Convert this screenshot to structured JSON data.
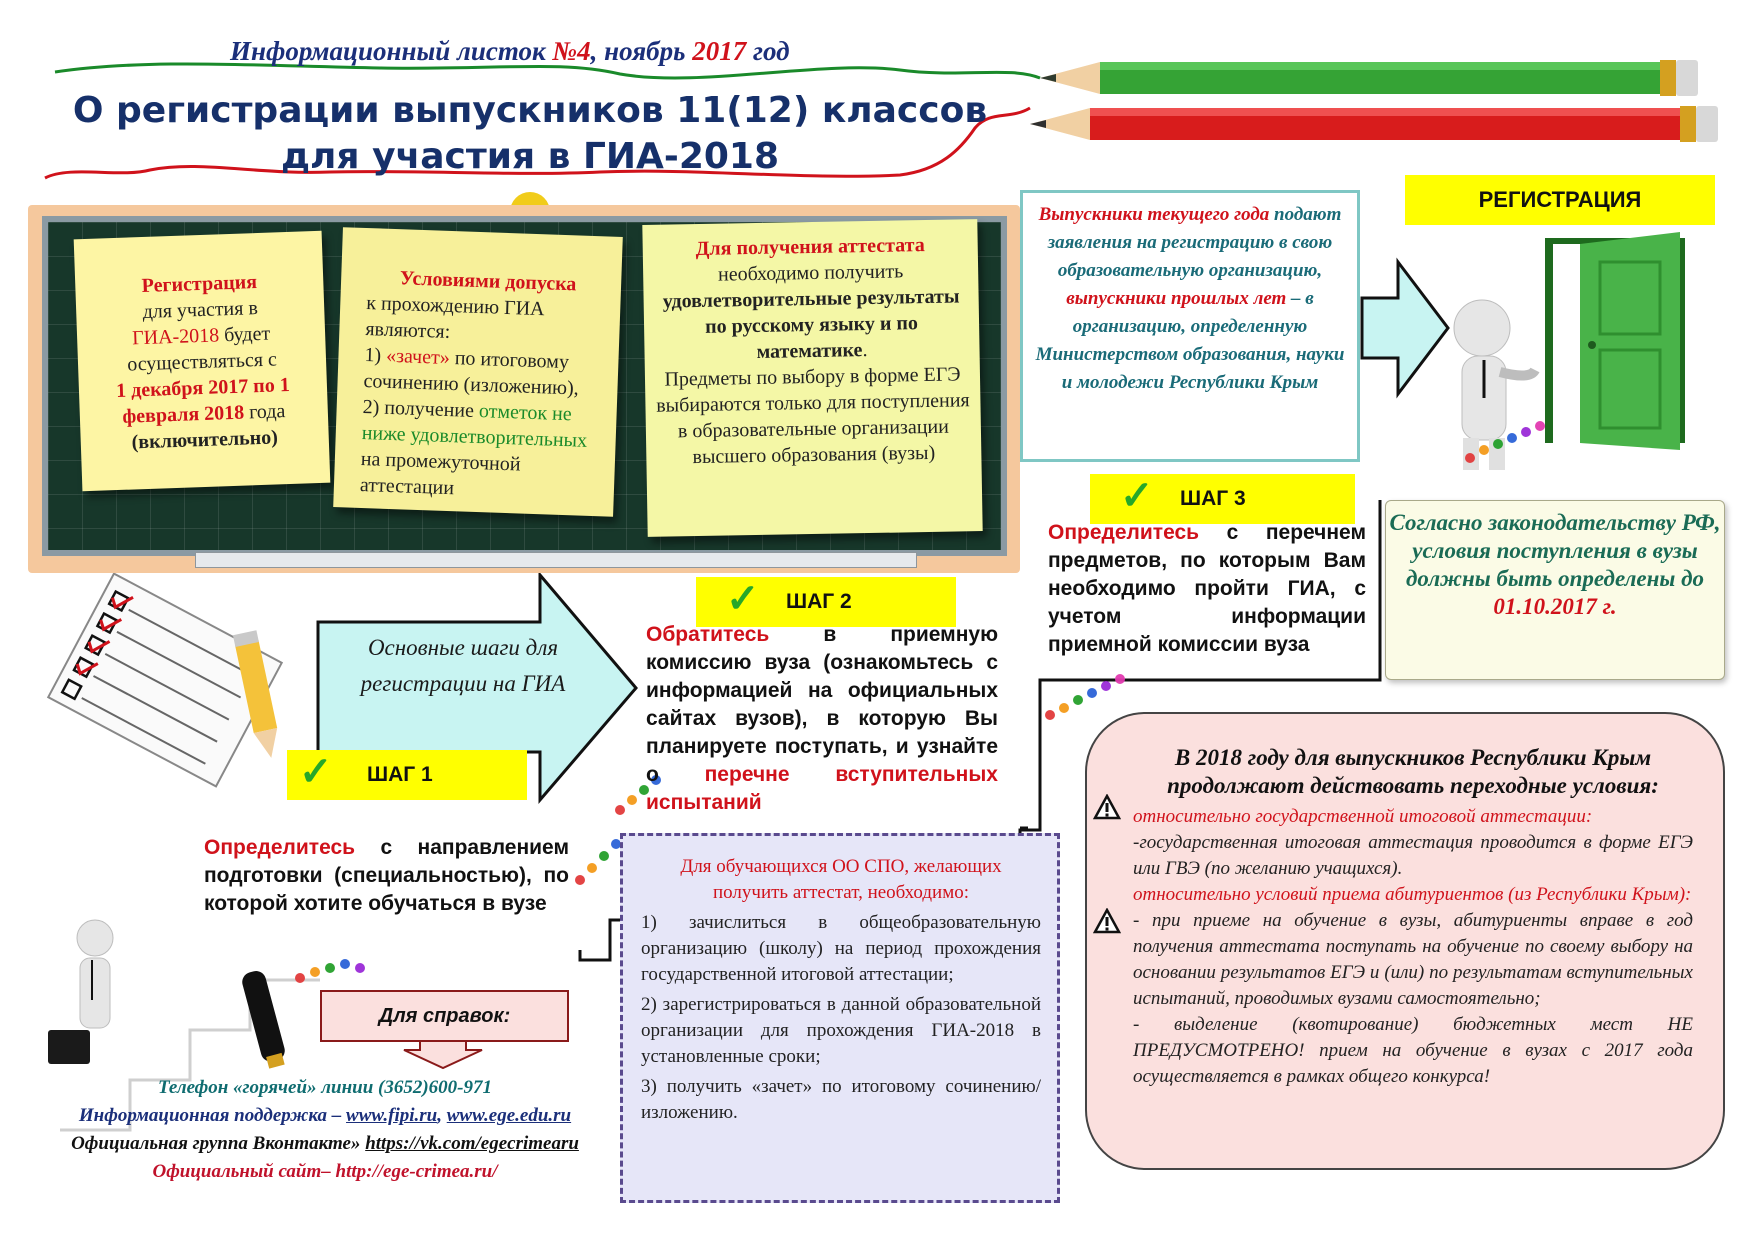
{
  "header": {
    "prefix": "Информационный листок ",
    "number": "№4",
    "mid": ", ноябрь ",
    "year": "2017",
    "suffix": " год",
    "title_line1": "О регистрации выпускников 11(12) классов",
    "title_line2": "для участия в ГИА-2018"
  },
  "note1": {
    "t1": "Регистрация",
    "t2": "для участия в",
    "t3": "ГИА-2018",
    "t4": " будет осуществляться с",
    "t5": "1 декабря 2017 по 1 февраля 2018",
    "t6": " года",
    "t7": "(включительно)"
  },
  "note2": {
    "t1": "Условиями допуска",
    "t2": "к прохождению ГИА являются:",
    "t3": "1) ",
    "t4": "«зачет»",
    "t5": " по итоговому сочинению (изложению),",
    "t6": "2) получение ",
    "t7": "отметок не ниже удовлетворительных",
    "t8": " на промежуточной аттестации"
  },
  "note3": {
    "t1": "Для получения аттестата",
    "t2": "необходимо получить",
    "t3": "удовлетворительные результаты по русскому языку и по математике",
    "t4": ".",
    "t5": "Предметы по выбору в форме ЕГЭ выбираются только для поступления в образовательные организации высшего образования (вузы)"
  },
  "registration": {
    "label": "РЕГИСТРАЦИЯ",
    "t1": "Выпускники текущего года",
    "t2": " подают заявления на регистрацию в свою образовательную организацию,",
    "t3": "выпускники прошлых лет",
    "t4": " – в организацию, определенную Министерством образования, науки и молодежи Республики Крым"
  },
  "arrow": {
    "text": "Основные шаги для регистрации на ГИА"
  },
  "step1": {
    "label": "ШАГ 1",
    "lead": "Определитесь",
    "text": " с направлением подготовки (специальностью), по которой хотите обучаться в вузе"
  },
  "step2": {
    "label": "ШАГ 2",
    "lead": "Обратитесь",
    "text": " в приемную комиссию вуза (ознакомьтесь с информацией на официальных сайтах вузов), в которую Вы планируете поступать, и узнайте о ",
    "tail": "перечне вступительных испытаний"
  },
  "step3": {
    "label": "ШАГ 3",
    "lead": "Определитесь",
    "text": " с перечнем предметов, по которым Вам необходимо пройти ГИА, с учетом информации приемной комиссии вуза"
  },
  "spo": {
    "head": "Для обучающихся ОО СПО, желающих получить аттестат, необходимо:",
    "items": [
      "1) зачислиться в общеобразовательную организацию (школу) на период прохождения государственной итоговой аттестации;",
      "2) зарегистрироваться в данной образовательной организации для прохождения ГИА-2018 в установленные сроки;",
      "3) получить «зачет» по итоговому сочинению/изложению."
    ]
  },
  "law": {
    "text": "Согласно законодательству РФ, условия поступления в вузы должны быть определены до",
    "date": "01.10.2017 г."
  },
  "crimea": {
    "head": "В 2018 году для выпускников Республики Крым продолжают действовать переходные условия:",
    "sub1": "относительно государственной итоговой аттестации:",
    "p1": "-государственная итоговая аттестация проводится в форме ЕГЭ или ГВЭ (по желанию учащихся).",
    "sub2": "относительно условий приема абитуриентов (из Республики Крым):",
    "p2": "- при приеме на обучение в вузы, абитуриенты вправе в год получения аттестата поступать на обучение по своему выбору на основании результатов ЕГЭ и (или) по результатам вступительных испытаний, проводимых вузами самостоятельно;",
    "p3": "- выделение (квотирование) бюджетных мест НЕ ПРЕДУСМОТРЕНО! прием на обучение в вузах с 2017 года осуществляется в рамках общего конкурса!"
  },
  "contacts": {
    "ref_label": "Для справок:",
    "phone": "Телефон «горячей» линии (3652)600-971",
    "info_prefix": "Информационная поддержка – ",
    "site1": "www.fipi.ru",
    "comma": ", ",
    "site2": "www.ege.edu.ru",
    "vk_prefix": "Официальная группа Вконтакте» ",
    "vk": "https://vk.com/egecrimearu",
    "official": "Официальный сайт– http://ege-crimea.ru/"
  }
}
